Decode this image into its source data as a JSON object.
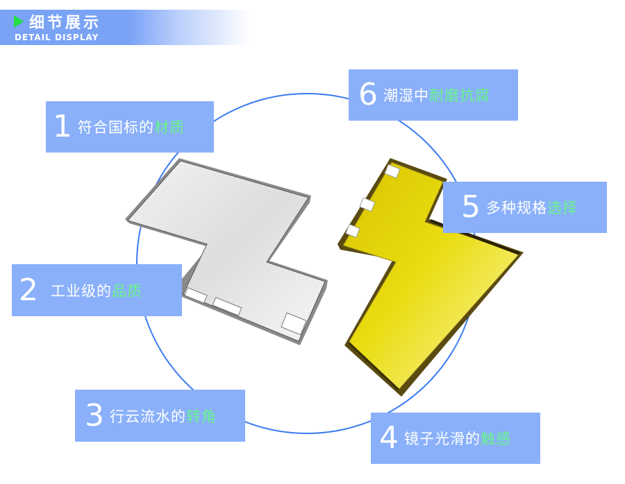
{
  "header": {
    "title": "细节展示",
    "subtitle": "DETAIL DISPLAY",
    "icon": "play-triangle-icon",
    "accent_color": "#22dd44",
    "band_color": "#7aa3f6"
  },
  "features": [
    {
      "number": "1",
      "text": "符合国标的",
      "highlight": "材质"
    },
    {
      "number": "2",
      "text": "工业级的",
      "highlight": "品质"
    },
    {
      "number": "3",
      "text": "行云流水的",
      "highlight": "转角"
    },
    {
      "number": "4",
      "text": "镜子光滑的",
      "highlight": "触感"
    },
    {
      "number": "5",
      "text": "多种规格",
      "highlight": "选择"
    },
    {
      "number": "6",
      "text": "潮湿中",
      "highlight": "耐磨抗腐"
    }
  ],
  "colors": {
    "label_bg": "#8ab0fa",
    "highlight": "#66f58a",
    "circle": "#3b7bf0",
    "silver": "#e6e6e6",
    "gold": "#e8d400"
  },
  "products": [
    {
      "name": "brushed-silver-shielding-cover",
      "finish": "silver"
    },
    {
      "name": "gold-plated-shielding-frame",
      "finish": "gold"
    }
  ]
}
